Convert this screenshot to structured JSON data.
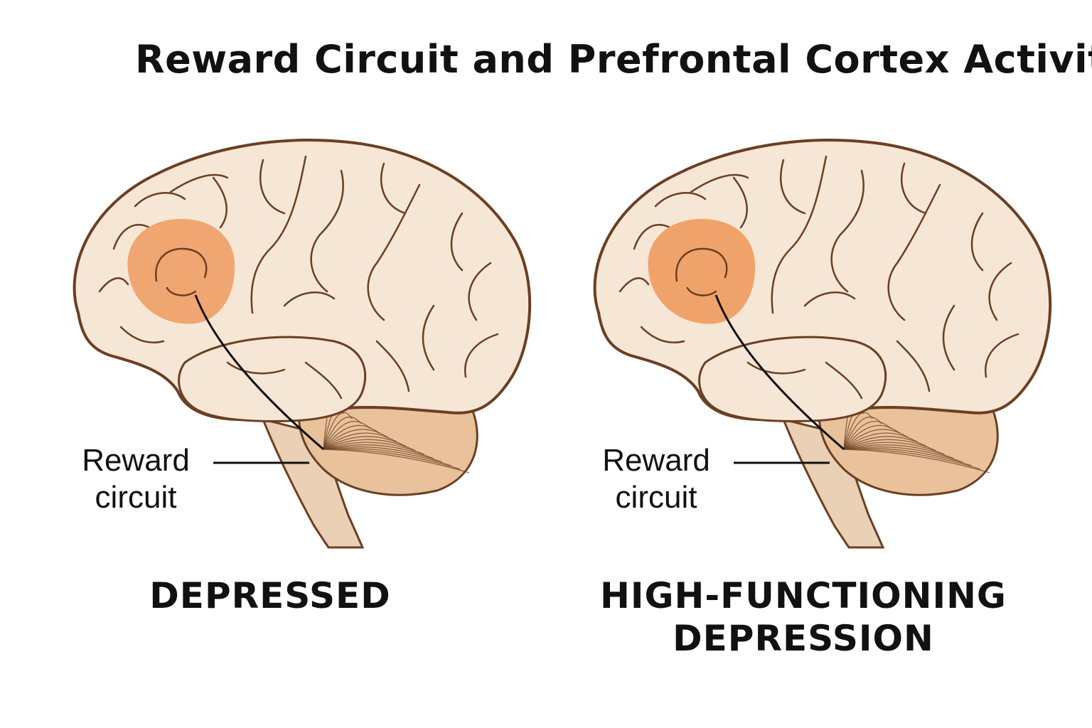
{
  "title": "Reward Circuit and Prefrontal Cortex Activity",
  "colors": {
    "cortex_fill": "#f6e6d6",
    "cortex_outline": "#6b3f22",
    "prefrontal_highlight_depressed": "#f0a671",
    "prefrontal_highlight_hfd": "#efa36a",
    "cerebellum_fill": "#e9c29c",
    "brainstem_fill": "#ead0b4",
    "pointer_line": "#111111"
  },
  "panels": [
    {
      "label": "Reward circuit",
      "label_line1": "Reward",
      "label_line2": "circuit",
      "caption": "DEPRESSED"
    },
    {
      "label": "Reward circuit",
      "label_line1": "Reward",
      "label_line2": "circuit",
      "caption_line1": "HIGH-FUNCTIONING",
      "caption_line2": "DEPRESSION"
    }
  ]
}
